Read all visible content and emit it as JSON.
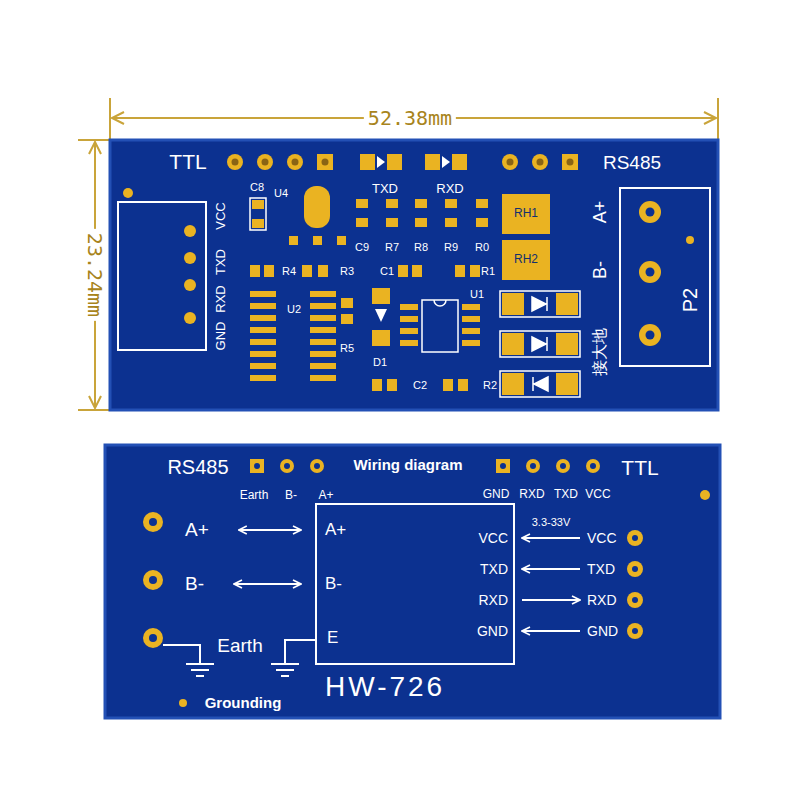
{
  "diagram": {
    "nodes": [
      {
        "text": [
          "A+"
        ]
      },
      {
        "text": [
          "B-"
        ]
      },
      {
        "text": [
          "HW-726"
        ]
      },
      {
        "text": [
          "A+"
        ],
        "in": 2
      },
      {
        "text": [
          "B-"
        ],
        "in": 2
      },
      {
        "text": [
          "E"
        ],
        "in": 2
      },
      {
        "text": [
          "VCC"
        ],
        "in": 2
      },
      {
        "text": [
          "TXD"
        ],
        "in": 2
      },
      {
        "text": [
          "RXD"
        ],
        "in": 2
      },
      {
        "text": [
          "GND"
        ],
        "in": 2
      },
      {
        "text": [
          "VCC"
        ]
      },
      {
        "text": [
          "TXD"
        ]
      },
      {
        "text": [
          "RXD"
        ]
      },
      {
        "text": [
          "GND"
        ]
      }
    ],
    "edges": [
      {
        "from": 0,
        "to": 3,
        "arrow": "both"
      },
      {
        "from": 1,
        "to": 4,
        "arrow": "both"
      },
      {
        "from": 10,
        "to": 6,
        "arrow": "to",
        "label": "3.3-33V"
      },
      {
        "from": 11,
        "to": 7,
        "arrow": "to"
      },
      {
        "from": 8,
        "to": 12,
        "arrow": "to"
      },
      {
        "from": 13,
        "to": 9,
        "arrow": "to"
      }
    ],
    "labels": [
      "52.38mm",
      "23.24mm",
      "TTL",
      "TXD",
      "RXD",
      "RS485",
      "C8",
      "U4",
      "VCC",
      "TXD",
      "RXD",
      "GND",
      "C9",
      "R7",
      "R8",
      "R9",
      "R0",
      "RH1",
      "RH2",
      "A+",
      "B-",
      "接大地",
      "P2",
      "R4",
      "R3",
      "C1",
      "R1",
      "U2",
      "R5",
      "D1",
      "U1",
      "C2",
      "R2",
      "RS485",
      "Wiring diagram",
      "TTL",
      "Earth",
      "B-",
      "A+",
      "GND",
      "RXD",
      "TXD",
      "VCC",
      "Earth",
      "Grounding"
    ]
  }
}
